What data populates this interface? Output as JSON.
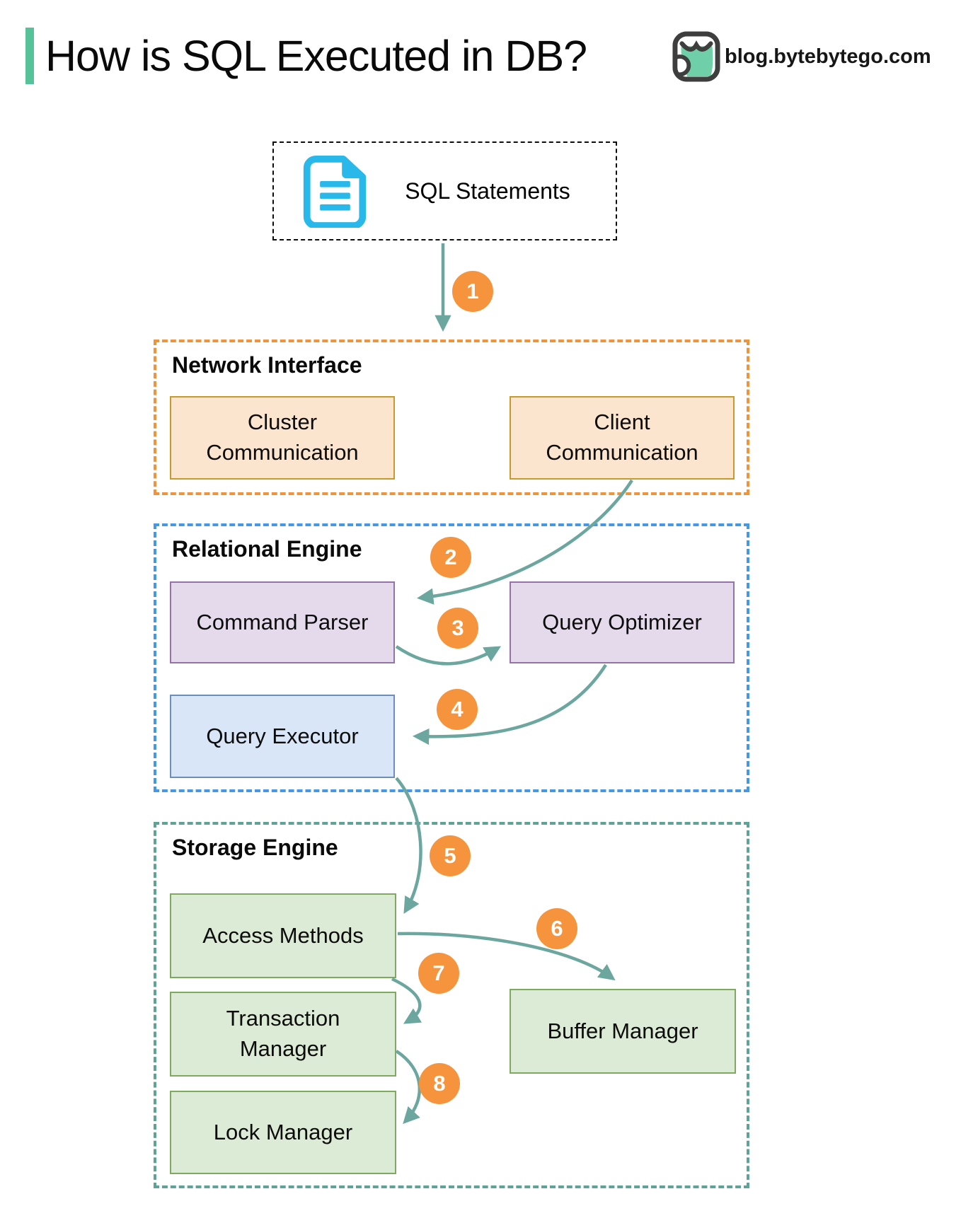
{
  "header": {
    "title": "How is SQL Executed in DB?",
    "site": "blog.bytebytego.com"
  },
  "source": {
    "label": "SQL Statements"
  },
  "sections": {
    "network": "Network Interface",
    "relational": "Relational Engine",
    "storage": "Storage Engine"
  },
  "nodes": {
    "cluster": "Cluster\nCommunication",
    "client": "Client\nCommunication",
    "command_parser": "Command Parser",
    "query_optimizer": "Query Optimizer",
    "query_executor": "Query Executor",
    "access_methods": "Access Methods",
    "transaction_manager": "Transaction\nManager",
    "buffer_manager": "Buffer Manager",
    "lock_manager": "Lock Manager"
  },
  "steps": [
    "1",
    "2",
    "3",
    "4",
    "5",
    "6",
    "7",
    "8"
  ],
  "colors": {
    "accent_green_bar": "#55c29a",
    "network_border": "#f0943c",
    "relational_border": "#4598e8",
    "storage_border": "#5fa396",
    "peach_fill": "#fce5cf",
    "peach_border": "#c79a2a",
    "purple_fill": "#e5daeb",
    "purple_border": "#9673a6",
    "blue_fill": "#d9e6f7",
    "blue_border": "#6c8ebf",
    "green_fill": "#dcebd5",
    "green_border": "#7fa95f",
    "arrow": "#6ca79f",
    "step_badge": "#f5943c",
    "doc_icon": "#29b8ea"
  }
}
